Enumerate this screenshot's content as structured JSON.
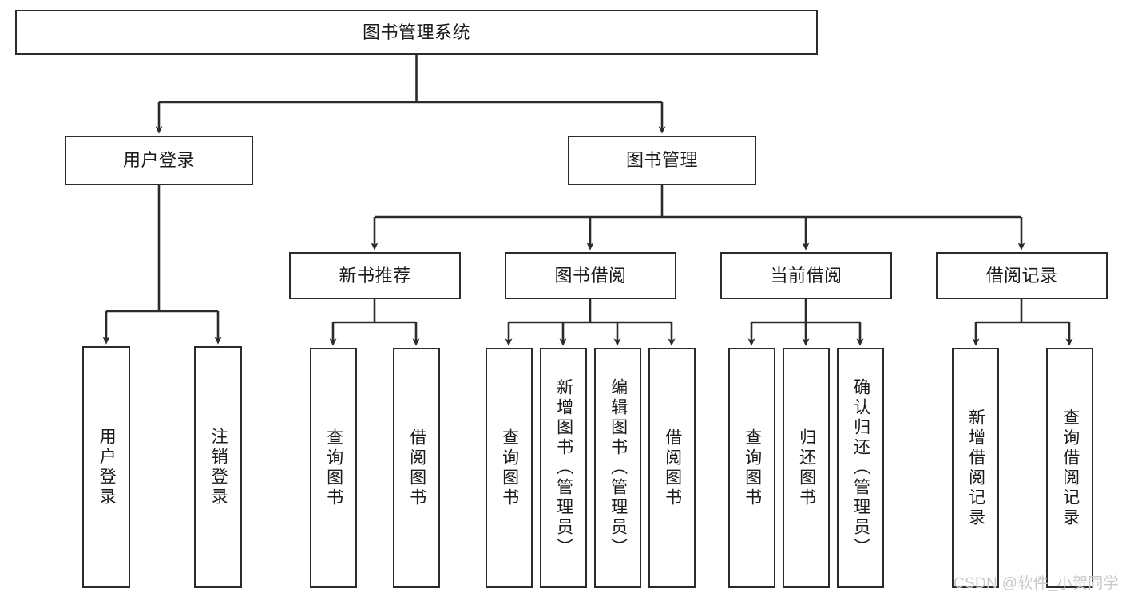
{
  "diagram": {
    "title": "图书管理系统",
    "type": "tree-hierarchy-diagram",
    "colors": {
      "box_border": "#2b2b2b",
      "box_fill": "#ffffff",
      "connector": "#2b2b2b",
      "text": "#1b1b1b",
      "watermark": "#c9c9c9"
    },
    "root": {
      "label": "图书管理系统"
    },
    "level2": [
      {
        "label": "用户登录"
      },
      {
        "label": "图书管理"
      }
    ],
    "level3": [
      {
        "label": "新书推荐"
      },
      {
        "label": "图书借阅"
      },
      {
        "label": "当前借阅"
      },
      {
        "label": "借阅记录"
      }
    ],
    "leaves": {
      "user_login": [
        {
          "label": "用户登录"
        },
        {
          "label": "注销登录"
        }
      ],
      "new_book_recommend": [
        {
          "label": "查询图书"
        },
        {
          "label": "借阅图书"
        }
      ],
      "book_borrow": [
        {
          "label": "查询图书"
        },
        {
          "label": "新增图书（管理员）"
        },
        {
          "label": "编辑图书（管理员）"
        },
        {
          "label": "借阅图书"
        }
      ],
      "current_borrow": [
        {
          "label": "查询图书"
        },
        {
          "label": "归还图书"
        },
        {
          "label": "确认归还（管理员）"
        }
      ],
      "borrow_record": [
        {
          "label": "新增借阅记录"
        },
        {
          "label": "查询借阅记录"
        }
      ]
    }
  },
  "watermark": {
    "text": "CSDN @软件_小贺同学"
  }
}
